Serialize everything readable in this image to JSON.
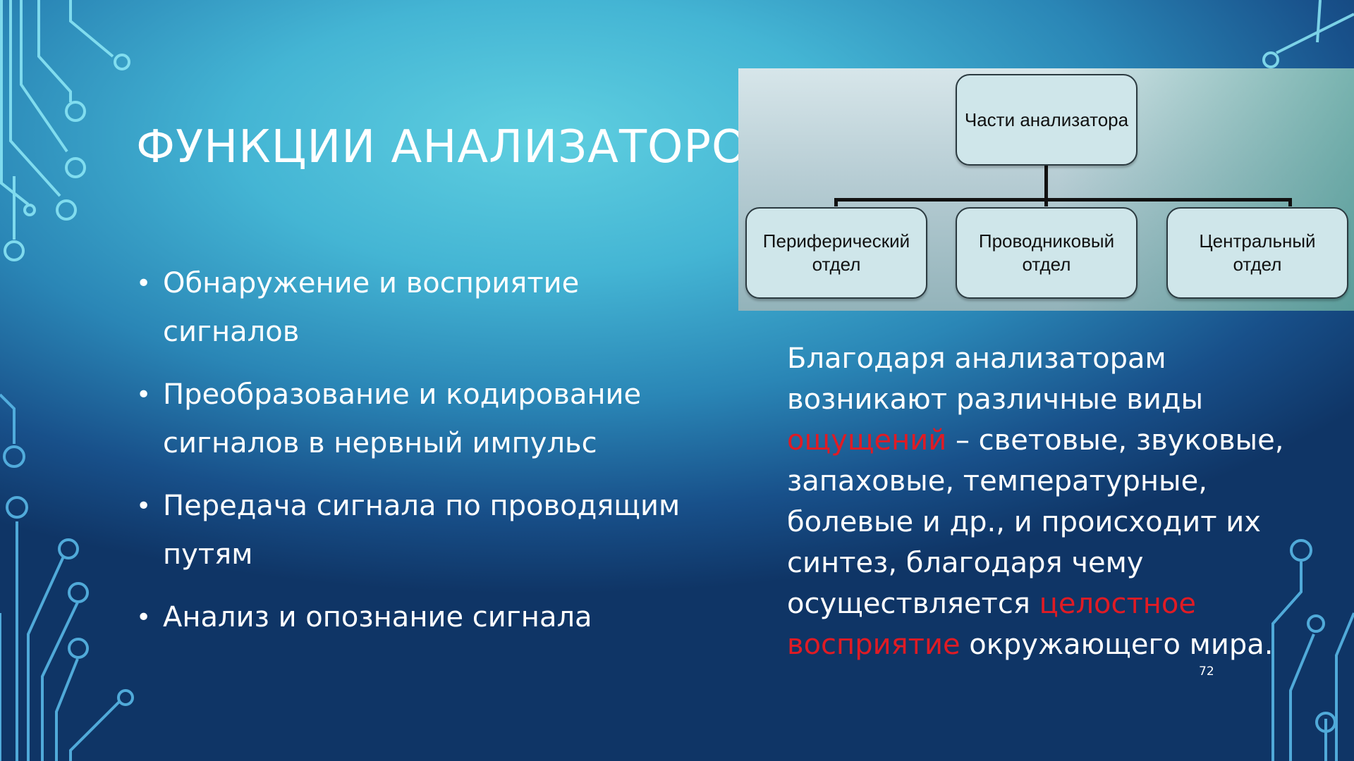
{
  "slide": {
    "title": "ФУНКЦИИ АНАЛИЗАТОРОВ",
    "bullets": [
      {
        "text": "Обнаружение и восприятие сигналов"
      },
      {
        "text": "Преобразование и кодирование сигналов в нервный импульс"
      },
      {
        "text": "Передача сигнала по проводящим путям"
      },
      {
        "text": "Анализ и опознание сигнала"
      }
    ],
    "bullet_char": "•",
    "diagram": {
      "root": "Части анализатора",
      "children": [
        {
          "line1": "Периферический",
          "line2": "отдел"
        },
        {
          "line1": "Проводниковый",
          "line2": "отдел"
        },
        {
          "line1": "Центральный",
          "line2": "отдел"
        }
      ]
    },
    "paragraph": {
      "part1": "Благодаря анализаторам возникают различные виды ",
      "highlight1": "ощущений",
      "part2": " – световые, звуковые, запаховые, температурные, болевые и др., и происходит их синтез, благодаря чему осуществляется ",
      "highlight2": "целостное восприятие",
      "part3": " окружающего мира."
    },
    "page_number": "72"
  },
  "colors": {
    "highlight": "#e01b24",
    "text": "#ffffff",
    "circuit": "#7fe6f5"
  }
}
